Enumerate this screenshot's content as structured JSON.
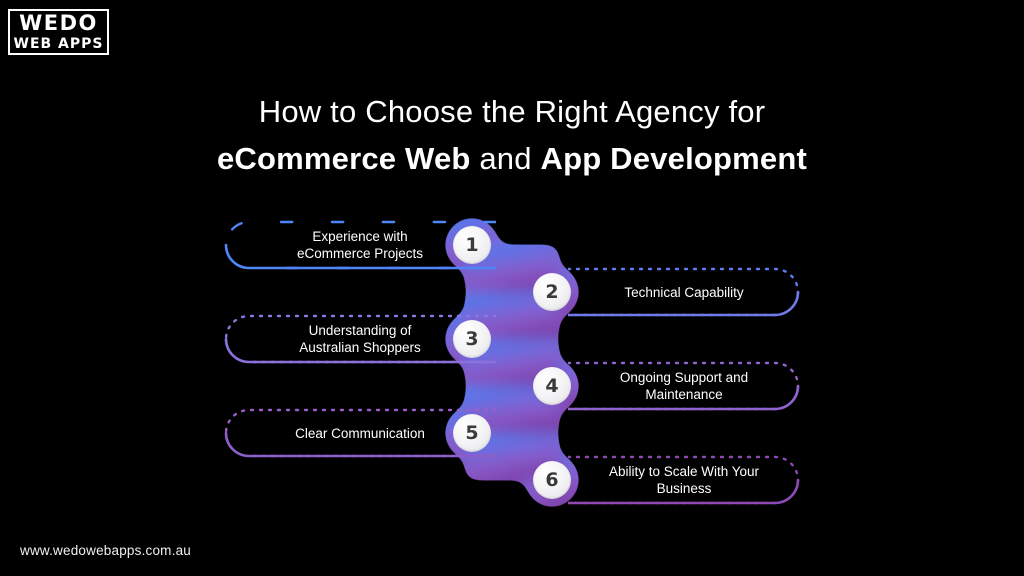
{
  "brand": {
    "logo_top": "WEDO",
    "logo_bottom": "WEB APPS"
  },
  "title": {
    "line1": "How to Choose the Right Agency for",
    "line2_bold1": "eCommerce Web",
    "line2_mid": " and ",
    "line2_bold2": "App Development"
  },
  "colors": {
    "background": "#000000",
    "step1": "#3b7ff0",
    "step2": "#4a74ea",
    "step3": "#7a6fd8",
    "step4": "#8458c9",
    "step5": "#8b4fc2",
    "step6": "#7b3fa8",
    "text": "#ffffff"
  },
  "steps": [
    {
      "number": "1",
      "line1": "Experience with",
      "line2": "eCommerce Projects",
      "side": "left",
      "color": "#3b7ff0"
    },
    {
      "number": "2",
      "line1": "Technical Capability",
      "line2": "",
      "side": "right",
      "color": "#4a74ea"
    },
    {
      "number": "3",
      "line1": "Understanding of",
      "line2": "Australian Shoppers",
      "side": "left",
      "color": "#7a6fd8"
    },
    {
      "number": "4",
      "line1": "Ongoing Support and",
      "line2": "Maintenance",
      "side": "right",
      "color": "#8458c9"
    },
    {
      "number": "5",
      "line1": "Clear Communication",
      "line2": "",
      "side": "left",
      "color": "#8b4fc2"
    },
    {
      "number": "6",
      "line1": "Ability to Scale With Your",
      "line2": "Business",
      "side": "right",
      "color": "#7b3fa8"
    }
  ],
  "footer": {
    "url": "www.wedowebapps.com.au"
  }
}
